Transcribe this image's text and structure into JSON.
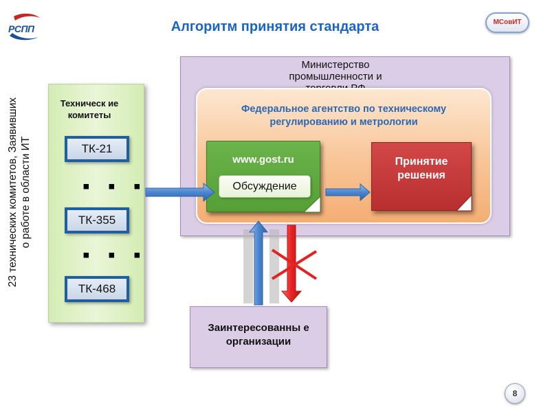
{
  "header": {
    "title": "Алгоритм принятия стандарта",
    "logo_left_text": "РСПП",
    "logo_right_text": "МСовИТ"
  },
  "side_caption": "23 технических комитетов, Заявивших о работе в области ИТ",
  "tk_panel": {
    "title": "Техническ ие комитеты",
    "committees": [
      "ТК-21",
      "ТК-355",
      "ТК-468"
    ],
    "ellipsis": "▪ ▪ ▪"
  },
  "ministry": {
    "label": "Министерство промышленности и торговли РФ"
  },
  "agency": {
    "label": "Федеральное агентство по техническому регулированию и метрологии"
  },
  "portal": {
    "title": "www.gost.ru",
    "stage": "Обсуждение"
  },
  "decision": {
    "label": "Принятие решения"
  },
  "interested": {
    "label": "Заинтересованны е организации"
  },
  "page": {
    "number": "8"
  },
  "colors": {
    "title_blue": "#1a64c8",
    "panel_green": "#d4ecb4",
    "ministry_lilac": "#dccde7",
    "agency_orange": "#f8c496",
    "portal_green": "#5fa93f",
    "decision_red": "#c13636",
    "arrow_blue": "#3f7fc5",
    "blocked_red": "#e52222"
  }
}
